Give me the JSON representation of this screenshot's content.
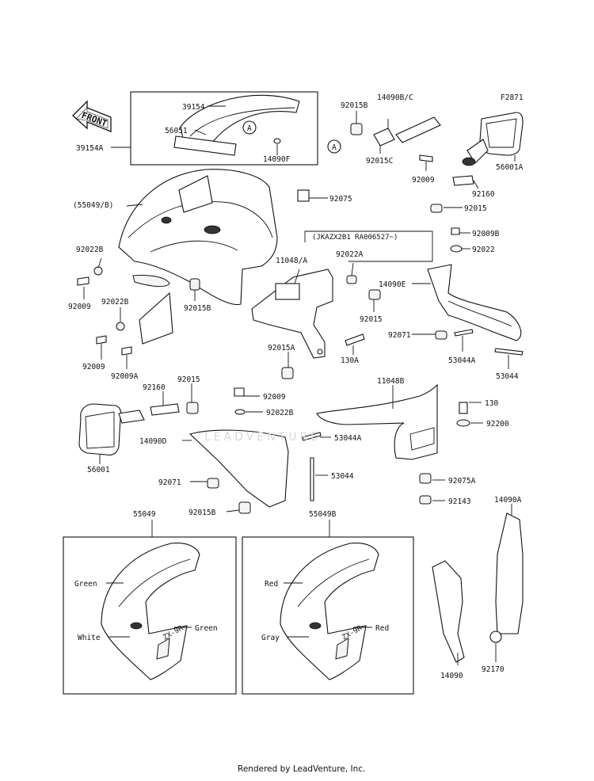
{
  "diagram_code": "F2871",
  "front_label": "FRONT",
  "marker_a": "A",
  "footer_text": "Rendered by LeadVenture, Inc.",
  "watermark_text": "LEADVENTURE",
  "serial_note": "(JKAZX2B1 RA006527~)",
  "part_labels": [
    {
      "id": "39154",
      "text": "39154"
    },
    {
      "id": "39154a",
      "text": "39154A"
    },
    {
      "id": "56051",
      "text": "56051"
    },
    {
      "id": "14090f",
      "text": "14090F"
    },
    {
      "id": "92015b-top",
      "text": "92015B"
    },
    {
      "id": "14090bc",
      "text": "14090B/C"
    },
    {
      "id": "92015c",
      "text": "92015C"
    },
    {
      "id": "92009-top",
      "text": "92009"
    },
    {
      "id": "56001a",
      "text": "56001A"
    },
    {
      "id": "92160-top",
      "text": "92160"
    },
    {
      "id": "92015-top",
      "text": "92015"
    },
    {
      "id": "92075",
      "text": "92075"
    },
    {
      "id": "55049b-paren",
      "text": "(55049/B)"
    },
    {
      "id": "92009b",
      "text": "92009B"
    },
    {
      "id": "92022-r",
      "text": "92022"
    },
    {
      "id": "92022b-l1",
      "text": "92022B"
    },
    {
      "id": "11048a",
      "text": "11048/A"
    },
    {
      "id": "92022a",
      "text": "92022A"
    },
    {
      "id": "14090e",
      "text": "14090E"
    },
    {
      "id": "92009-l1",
      "text": "92009"
    },
    {
      "id": "92022b-l2",
      "text": "92022B"
    },
    {
      "id": "92015b-mid",
      "text": "92015B"
    },
    {
      "id": "92015-mid",
      "text": "92015"
    },
    {
      "id": "92071-r",
      "text": "92071"
    },
    {
      "id": "53044a-r",
      "text": "53044A"
    },
    {
      "id": "53044-r",
      "text": "53044"
    },
    {
      "id": "92009-l2",
      "text": "92009"
    },
    {
      "id": "92009a",
      "text": "92009A"
    },
    {
      "id": "92015a",
      "text": "92015A"
    },
    {
      "id": "130a",
      "text": "130A"
    },
    {
      "id": "92160-mid",
      "text": "92160"
    },
    {
      "id": "92015-mid2",
      "text": "92015"
    },
    {
      "id": "92009-mid",
      "text": "92009"
    },
    {
      "id": "11048b",
      "text": "11048B"
    },
    {
      "id": "92022b-mid",
      "text": "92022B"
    },
    {
      "id": "130",
      "text": "130"
    },
    {
      "id": "92200",
      "text": "92200"
    },
    {
      "id": "14090d",
      "text": "14090D"
    },
    {
      "id": "53044a-mid",
      "text": "53044A"
    },
    {
      "id": "56001",
      "text": "56001"
    },
    {
      "id": "53044-mid",
      "text": "53044"
    },
    {
      "id": "92071-l",
      "text": "92071"
    },
    {
      "id": "92075a",
      "text": "92075A"
    },
    {
      "id": "92015b-bot",
      "text": "92015B"
    },
    {
      "id": "92143",
      "text": "92143"
    },
    {
      "id": "55049",
      "text": "55049"
    },
    {
      "id": "55049b",
      "text": "55049B"
    },
    {
      "id": "14090a",
      "text": "14090A"
    },
    {
      "id": "14090",
      "text": "14090"
    },
    {
      "id": "92170",
      "text": "92170"
    }
  ],
  "color_callouts": [
    {
      "id": "green-l-top",
      "text": "Green"
    },
    {
      "id": "green-l-side",
      "text": "Green"
    },
    {
      "id": "white-l",
      "text": "White"
    },
    {
      "id": "red-r-top",
      "text": "Red"
    },
    {
      "id": "red-r-side",
      "text": "Red"
    },
    {
      "id": "gray-r",
      "text": "Gray"
    }
  ],
  "cowl_logo_text": "ZX-9R"
}
